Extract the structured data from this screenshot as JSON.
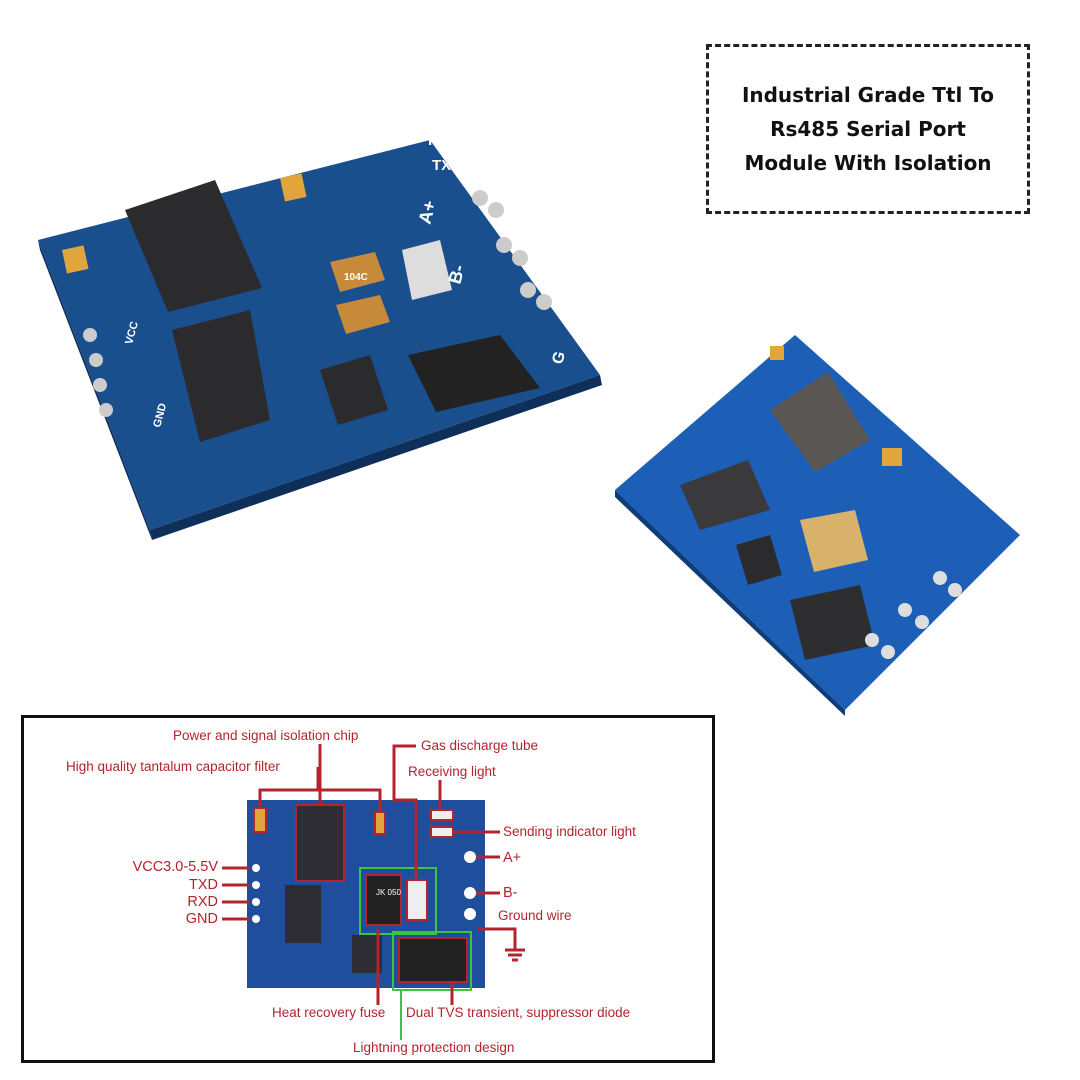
{
  "title": "Industrial Grade Ttl To Rs485 Serial Port Module With Isolation",
  "board_silkscreen": {
    "rxd": "RXD",
    "txd": "TXD",
    "a_plus": "A+",
    "b_minus": "B-",
    "g": "G",
    "vcc": "VCC",
    "gnd": "GND",
    "chip_marking": "104C"
  },
  "diagram": {
    "callouts": {
      "isolation_chip": "Power and signal isolation chip",
      "tantalum": "High quality tantalum capacitor filter",
      "gas_tube": "Gas discharge tube",
      "receiving": "Receiving light",
      "sending": "Sending indicator light",
      "a_plus": "A+",
      "b_minus": "B-",
      "ground": "Ground wire",
      "heat_fuse": "Heat recovery fuse",
      "tvs": "Dual TVS transient, suppressor diode",
      "lightning": "Lightning protection design"
    },
    "pins": [
      "VCC3.0-5.5V",
      "TXD",
      "RXD",
      "GND"
    ],
    "fuse_marking": "JK 050",
    "colors": {
      "callout": "#b3242e",
      "lightning": "#3cc43c",
      "board": "#1f4f9c"
    }
  }
}
